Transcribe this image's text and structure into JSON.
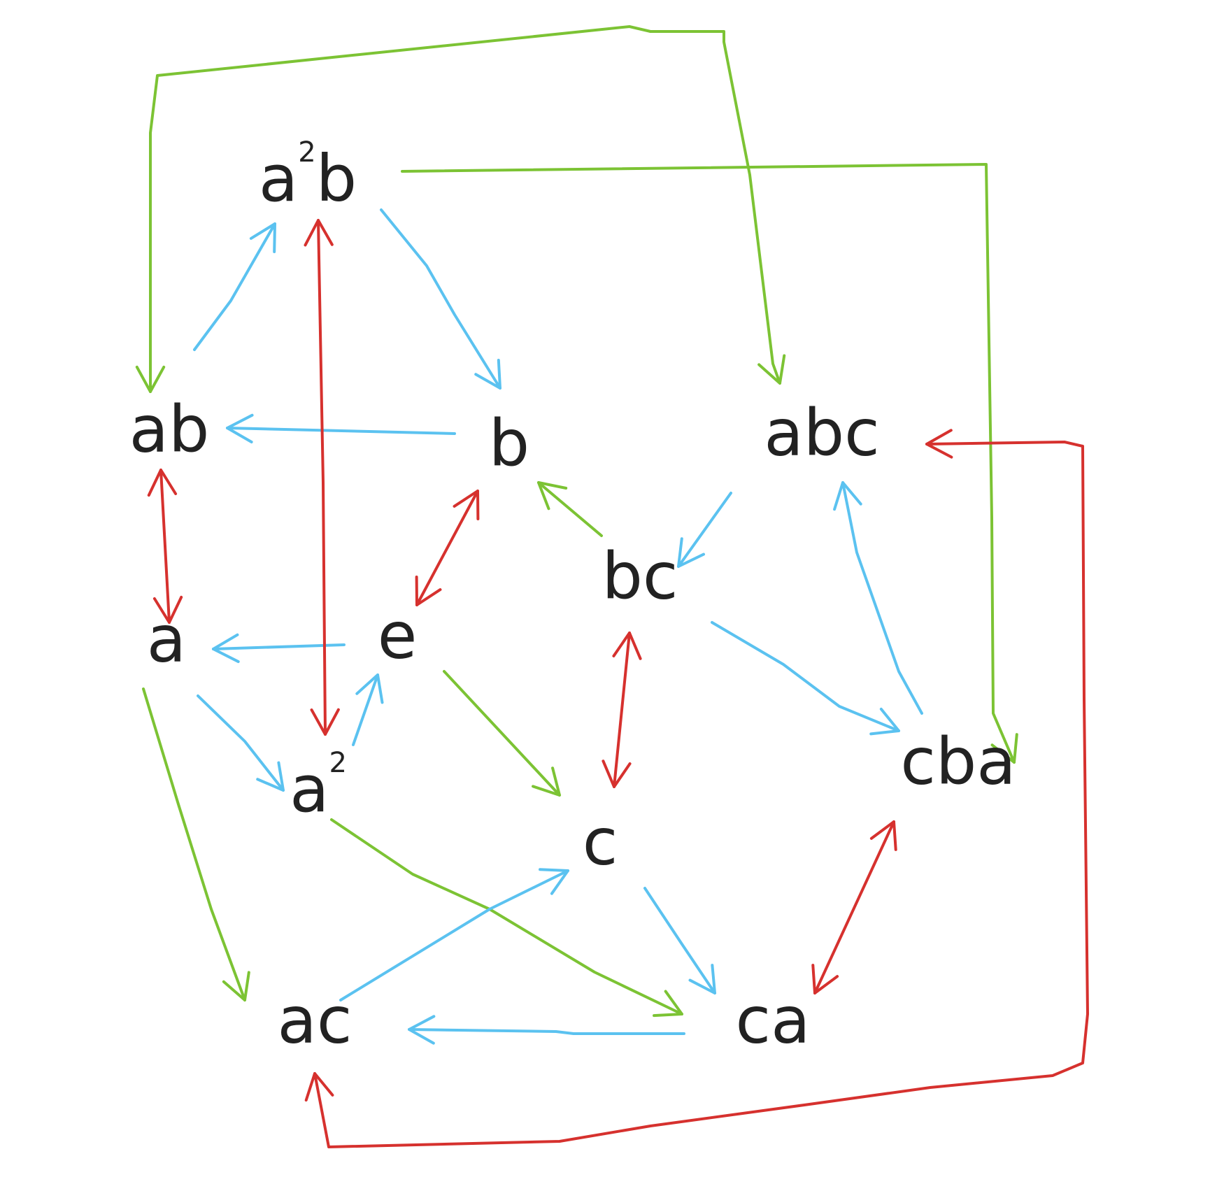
{
  "colors": {
    "green": "#7cc334",
    "blue": "#5bc2f0",
    "red": "#d6312e",
    "ink": "#222222"
  },
  "nodes": {
    "a2b": {
      "base": "a",
      "exp": "2",
      "tail": "b"
    },
    "ab": {
      "label": "ab"
    },
    "b": {
      "label": "b"
    },
    "abc": {
      "label": "abc"
    },
    "bc": {
      "label": "bc"
    },
    "a": {
      "label": "a"
    },
    "e": {
      "label": "e"
    },
    "a2": {
      "base": "a",
      "exp": "2"
    },
    "cba": {
      "label": "cba"
    },
    "c": {
      "label": "c"
    },
    "ac": {
      "label": "ac"
    },
    "ca": {
      "label": "ca"
    }
  },
  "edges": [
    {
      "color": "green",
      "from": "a2b",
      "to": "ab"
    },
    {
      "color": "green",
      "from": "a2b",
      "to": "abc"
    },
    {
      "color": "green",
      "from": "a2b",
      "to": "cba"
    },
    {
      "color": "green",
      "from": "bc",
      "to": "b"
    },
    {
      "color": "green",
      "from": "e",
      "to": "c"
    },
    {
      "color": "green",
      "from": "a",
      "to": "ac"
    },
    {
      "color": "green",
      "from": "a2",
      "to": "ca"
    },
    {
      "color": "blue",
      "from": "ab",
      "to": "a2b"
    },
    {
      "color": "blue",
      "from": "a2b",
      "to": "b"
    },
    {
      "color": "blue",
      "from": "b",
      "to": "ab"
    },
    {
      "color": "blue",
      "from": "abc",
      "to": "bc"
    },
    {
      "color": "blue",
      "from": "bc",
      "to": "cba"
    },
    {
      "color": "blue",
      "from": "cba",
      "to": "abc"
    },
    {
      "color": "blue",
      "from": "e",
      "to": "a"
    },
    {
      "color": "blue",
      "from": "a",
      "to": "a2"
    },
    {
      "color": "blue",
      "from": "a2",
      "to": "e"
    },
    {
      "color": "blue",
      "from": "ac",
      "to": "c"
    },
    {
      "color": "blue",
      "from": "c",
      "to": "ca"
    },
    {
      "color": "blue",
      "from": "ca",
      "to": "ac"
    },
    {
      "color": "red",
      "from": "ab",
      "to": "a",
      "both": true
    },
    {
      "color": "red",
      "from": "a2b",
      "to": "a2",
      "both": true
    },
    {
      "color": "red",
      "from": "e",
      "to": "b",
      "both": true
    },
    {
      "color": "red",
      "from": "bc",
      "to": "c",
      "both": true
    },
    {
      "color": "red",
      "from": "cba",
      "to": "ca",
      "both": true
    },
    {
      "color": "red",
      "from": "abc",
      "to": "ac",
      "both": true
    }
  ]
}
